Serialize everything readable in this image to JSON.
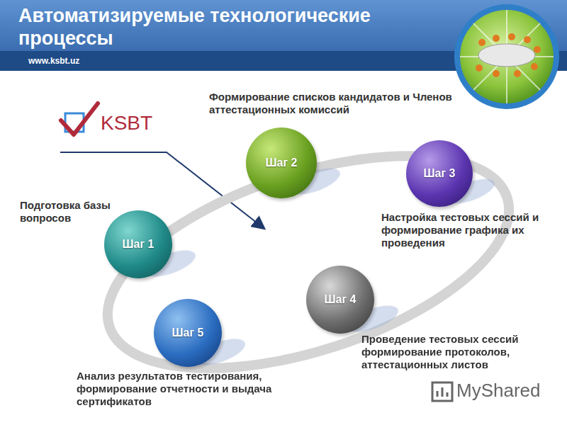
{
  "diagram": {
    "title": "Автоматизируемые технологические процессы",
    "nodes": [
      {
        "text": [
          "Шаг 1"
        ]
      },
      {
        "text": [
          "Шаг 2"
        ]
      },
      {
        "text": [
          "Шаг 3"
        ]
      },
      {
        "text": [
          "Шаг 4"
        ]
      },
      {
        "text": [
          "Шаг 5"
        ]
      }
    ],
    "labels": [
      "www.ksbt.uz",
      "KSBT",
      "Формирование списков кандидатов и Членов аттестационных комиссий",
      "Подготовка базы вопросов",
      "Настройка тестовых сессий и формирование графика их проведения",
      "Проведение тестовых сессий формирование протоколов, аттестационных листов",
      "Анализ результатов тестирования, формирование отчетности и выдача сертификатов",
      "MyShared"
    ]
  }
}
